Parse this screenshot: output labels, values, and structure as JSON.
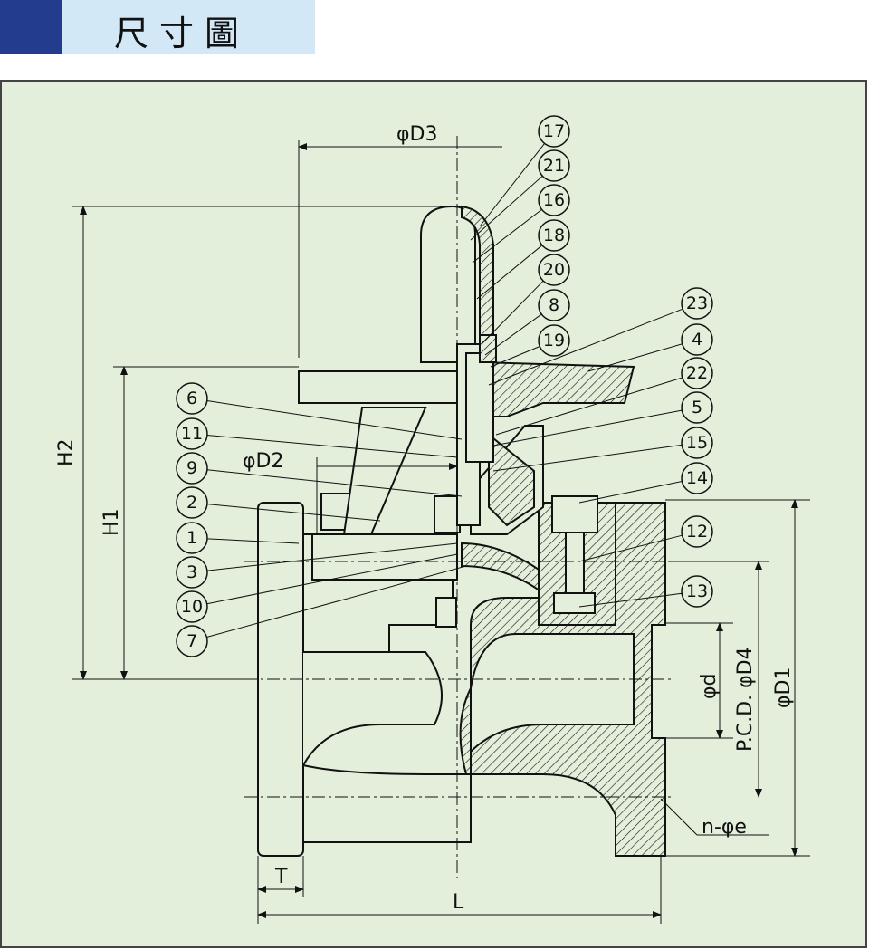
{
  "header": {
    "title": "尺寸圖",
    "accent_color": "#233c8e",
    "band_color": "#d2e8f6"
  },
  "diagram": {
    "background_color": "#e3eedb",
    "dimensions": {
      "d3": "φD3",
      "d2": "φD2",
      "h2": "H2",
      "h1": "H1",
      "d": "φd",
      "d4": "P.C.D. φD4",
      "d1": "φD1",
      "ne": "n-φe",
      "t": "T",
      "l": "L"
    },
    "callouts": [
      "17",
      "21",
      "16",
      "18",
      "20",
      "8",
      "19",
      "23",
      "4",
      "22",
      "5",
      "15",
      "14",
      "12",
      "13",
      "6",
      "11",
      "9",
      "2",
      "1",
      "3",
      "10",
      "7"
    ]
  }
}
